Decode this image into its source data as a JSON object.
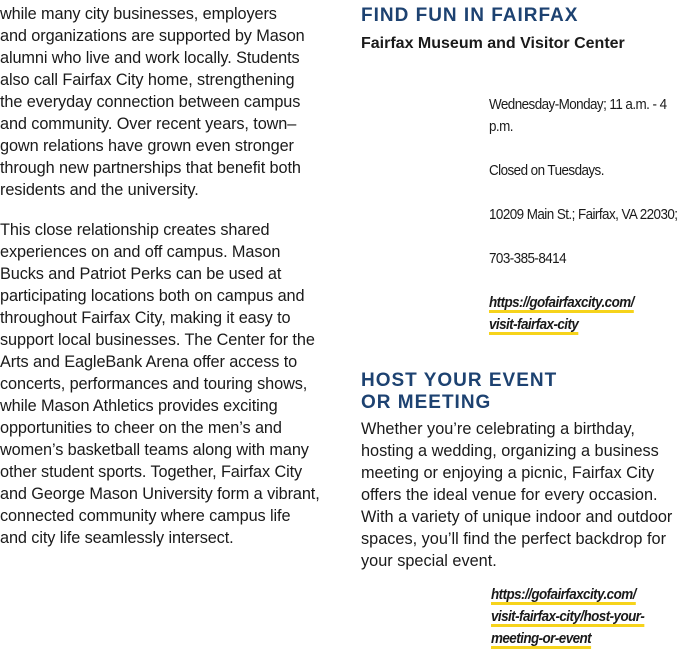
{
  "left_column": {
    "paragraphs": [
      "while many city businesses, employers\nand organizations are supported by Mason\nalumni who live and work locally. Students\nalso call Fairfax City home, strengthening\nthe everyday connection between campus\nand community. Over recent years, town–\ngown relations have grown even stronger\nthrough new partnerships that benefit both\nresidents and the university.",
      "This close relationship creates shared\nexperiences on and off campus. Mason\nBucks and Patriot Perks can be used at\nparticipating locations both on campus and\nthroughout Fairfax City, making it easy to\nsupport local businesses. The Center for the\nArts and EagleBank Arena offer access to\nconcerts, performances and touring shows,\nwhile Mason Athletics provides exciting\nopportunities to cheer on the men’s and\nwomen’s basketball teams along with many\nother student sports. Together, Fairfax City\nand George Mason University form a vibrant,\nconnected community where campus life\nand city life seamlessly intersect."
    ]
  },
  "find_fun": {
    "heading": "FIND FUN IN FAIRFAX",
    "subheading": "Fairfax Museum and Visitor Center",
    "hours": "Wednesday-Monday; 11 a.m. - 4 p.m.",
    "closed": "Closed on Tuesdays.",
    "address": "10209 Main St.; Fairfax, VA 22030;",
    "phone": "703-385-8414",
    "link": "https://gofairfaxcity.com/\nvisit-fairfax-city"
  },
  "host_event": {
    "heading": "HOST YOUR EVENT\nOR MEETING",
    "body": "Whether you’re celebrating a birthday,\nhosting a wedding, organizing a business\nmeeting or enjoying a picnic, Fairfax City\noffers the ideal venue for every occasion.\nWith a variety of unique indoor and outdoor\nspaces, you’ll find the perfect backdrop for\nyour special event.",
    "link": "https://gofairfaxcity.com/\nvisit-fairfax-city/host-your-\nmeeting-or-event"
  },
  "colors": {
    "heading": "#1d4271",
    "link_underline": "#f6d31b",
    "text": "#1a1a1a"
  }
}
